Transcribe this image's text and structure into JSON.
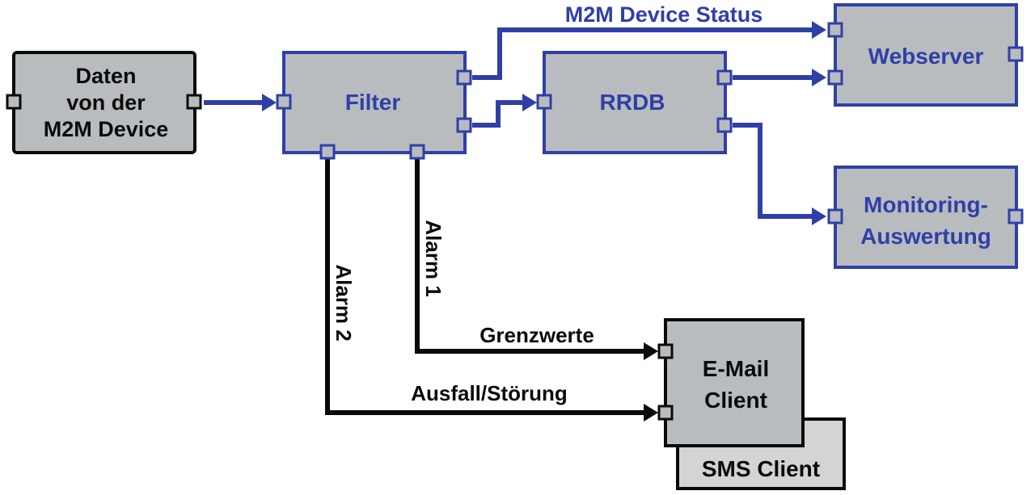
{
  "colors": {
    "blue": "#2f3fa8",
    "black": "#0a0a0a",
    "box_fill": "#b9bcbf",
    "box_fill_light": "#d2d4d6",
    "label_blue": "#2f3fa8",
    "label_black": "#0a0a0a"
  },
  "nodes": {
    "source": {
      "line1": "Daten",
      "line2": "von der",
      "line3": "M2M Device"
    },
    "filter": {
      "label": "Filter"
    },
    "rrdb": {
      "label": "RRDB"
    },
    "webserver": {
      "label": "Webserver"
    },
    "monitoring": {
      "line1": "Monitoring-",
      "line2": "Auswertung"
    },
    "email": {
      "line1": "E-Mail",
      "line2": "Client"
    },
    "sms": {
      "label": "SMS Client"
    }
  },
  "edges": {
    "status": {
      "label": "M2M Device Status"
    },
    "alarm1": {
      "label": "Alarm 1"
    },
    "alarm2": {
      "label": "Alarm 2"
    },
    "grenzwerte": {
      "label": "Grenzwerte"
    },
    "ausfall": {
      "label": "Ausfall/Störung"
    }
  }
}
